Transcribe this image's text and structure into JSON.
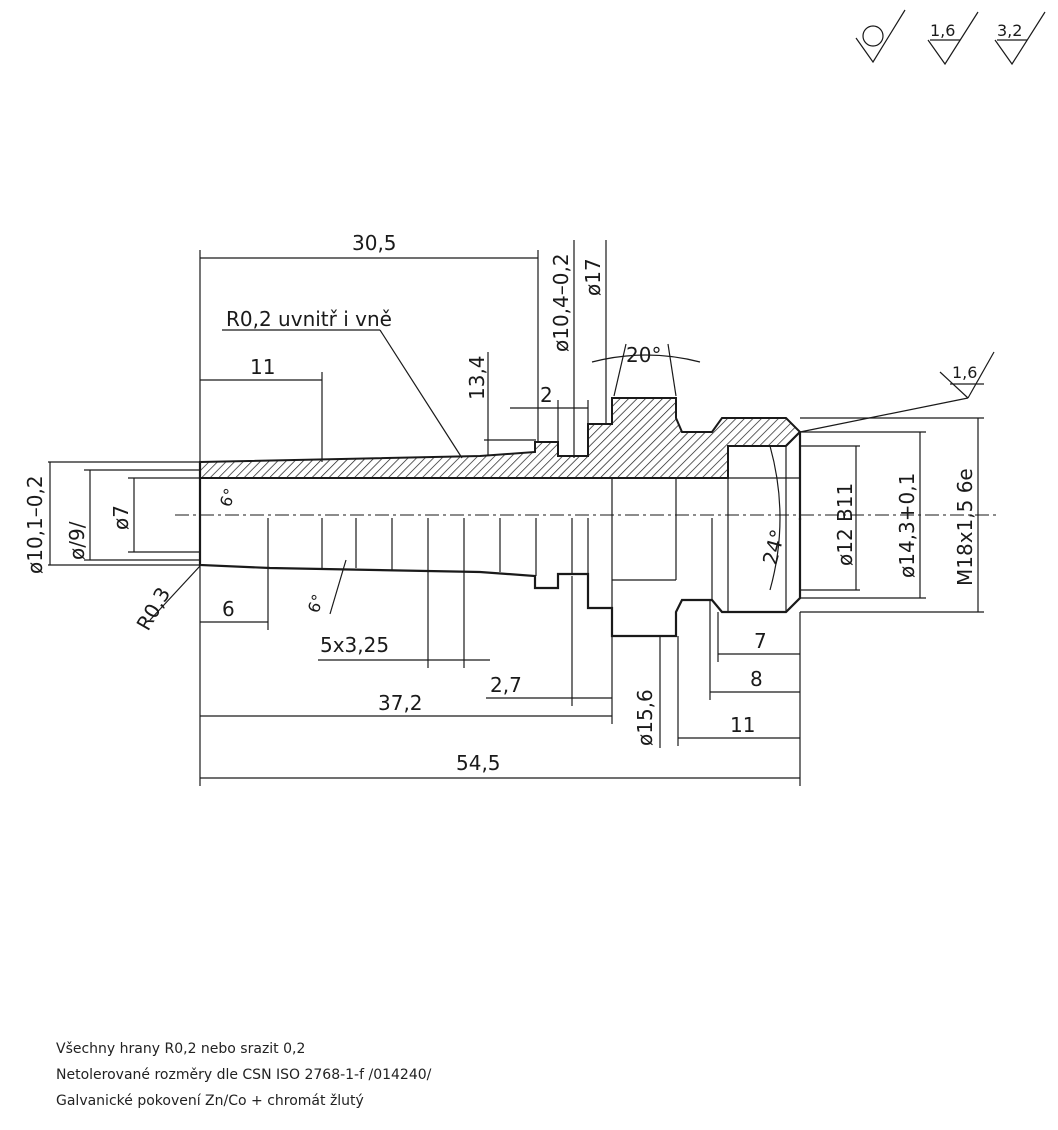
{
  "surface_finish": {
    "symbol_1": "○",
    "symbol_2": "1,6",
    "symbol_3": "3,2"
  },
  "dimensions": {
    "overall_length_top": "30,5",
    "radius_note": "R0,2 uvnitř i vně",
    "len_11_top": "11",
    "d_10_4": "ø10,4–0,2",
    "d_17": "ø17",
    "angle_20": "20°",
    "finish_1_6": "1,6",
    "len_13_4": "13,4",
    "len_2": "2",
    "d_10_1": "ø10,1–0,2",
    "d_9": "ø/9/",
    "d_7": "ø7",
    "angle_6_top": "6°",
    "r_0_3": "R0,3",
    "len_6": "6",
    "angle_6_bottom": "6°",
    "grooves": "5x3,25",
    "len_2_7": "2,7",
    "len_37_2": "37,2",
    "d_15_6": "ø15,6",
    "len_7": "7",
    "len_8": "8",
    "len_11_bottom": "11",
    "len_54_5": "54,5",
    "angle_24": "24°",
    "d_12": "ø12 B11",
    "d_14_3": "ø14,3+0,1",
    "thread": "M18x1,5 6e"
  },
  "notes": [
    "Všechny hrany R0,2 nebo srazit 0,2",
    "Netolerované rozměry dle CSN ISO 2768-1-f /014240/",
    "Galvanické pokovení Zn/Co + chromát žlutý"
  ]
}
